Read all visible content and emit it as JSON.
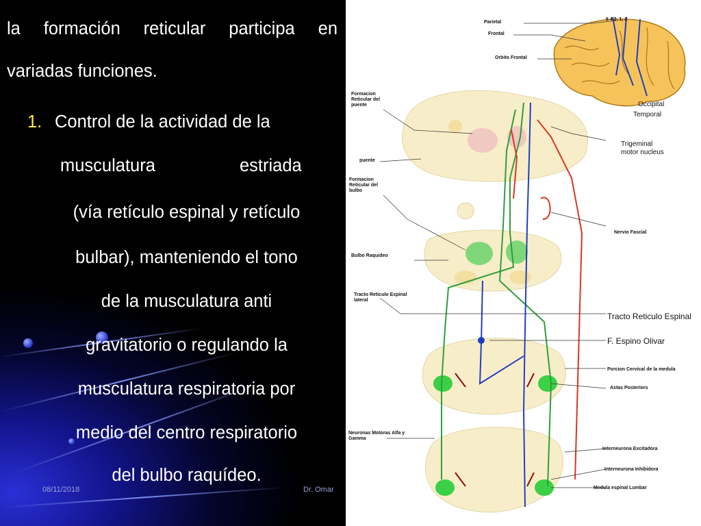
{
  "slide": {
    "lines": [
      "la formación reticular participa en",
      "variadas funciones.",
      "Control de la actividad de la",
      "musculatura",
      "estriada",
      "(vía retículo espinal y retículo",
      "bulbar), manteniendo el tono",
      "de la musculatura anti",
      "gravitatorio o regulando la",
      "musculatura respiratoria por",
      "medio del centro respiratorio",
      "del bulbo raquídeo."
    ],
    "list_number": "1.",
    "footer_date": "08/11/2018",
    "footer_author": "Dr. Omar"
  },
  "diagram": {
    "labels": {
      "parietal": "Parietal",
      "frontal": "Frontal",
      "orbito_frontal": "Orbito Frontal",
      "numbers": "6    4    3, 1, 2",
      "occipital": "Occipital",
      "temporal": "Temporal",
      "formacion_puente_1": "Formacion",
      "formacion_puente_2": "Reticular del",
      "formacion_puente_3": "puente",
      "puente": "puente",
      "trigeminal_1": "Trigeminal",
      "trigeminal_2": "motor nucleus",
      "formacion_bulbo_1": "Formacion",
      "formacion_bulbo_2": "Reticular del",
      "formacion_bulbo_3": "bulbo",
      "nervio_facial": "Nervio Fascial",
      "bulbo_raquideo": "Bulbo Raquideo",
      "tracto_lateral_1": "Tracto Reticulo Espinal",
      "tracto_lateral_2": "lateral",
      "tracto_reticulo_espinal": "Tracto Reticulo Espinal",
      "espino_olivar": "F. Espino Olivar",
      "porcion_cervical": "Porcion Cervical de la medula",
      "astas_posteriors": "Astas Posteriors",
      "neuronas_motoras_1": "Neuronas Motoras Alfa y",
      "neuronas_motoras_2": "Gamma",
      "interneurona_excitadora": "Interneurona Excitadora",
      "interneurona_inhibidora": "Interneurona Inhibidora",
      "medula_lumbar": "Medula espinal Lumbar"
    }
  },
  "colors": {
    "text": "#ffffff",
    "accent_number": "#ffeb3b",
    "tract_green": "#2e9d3a",
    "tract_red": "#d9361f",
    "tract_blue": "#1f3fbf",
    "tissue": "#f7edc8"
  }
}
